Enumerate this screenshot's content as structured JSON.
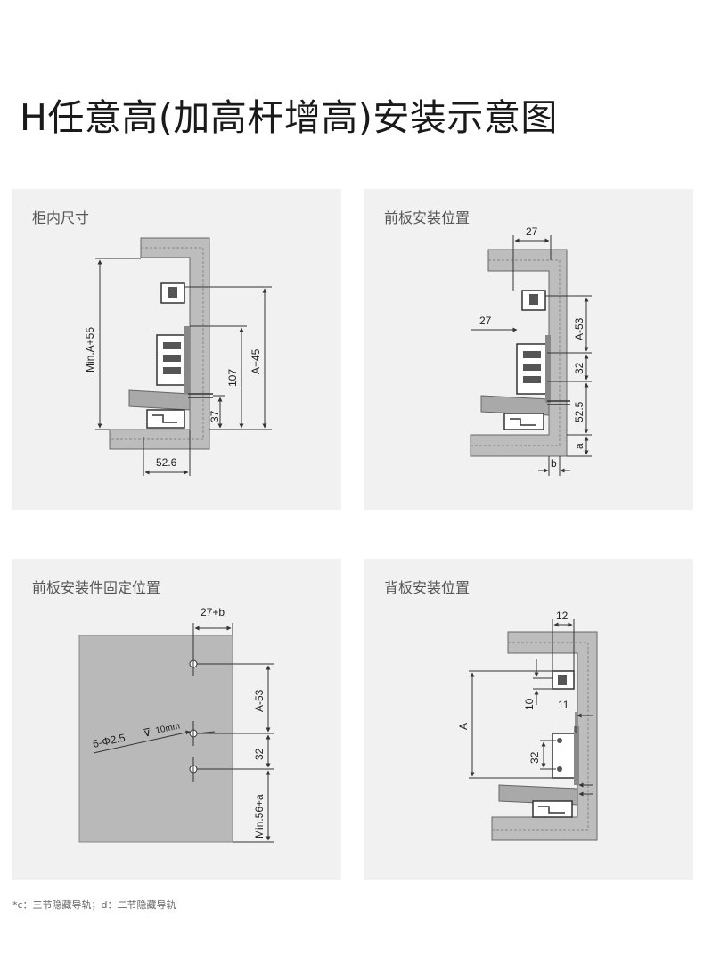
{
  "title": "H任意高(加高杆增高)安装示意图",
  "panels": {
    "p1": {
      "title": "柜内尺寸",
      "labels": {
        "min_a55": "Min.A+55",
        "a45": "A+45",
        "d107": "107",
        "d37": "37",
        "d526": "52.6"
      }
    },
    "p2": {
      "title": "前板安装位置",
      "labels": {
        "d27_top": "27",
        "d27_left": "27",
        "a53": "A-53",
        "d32": "32",
        "d525": "52.5",
        "a": "a",
        "b": "b"
      }
    },
    "p3": {
      "title": "前板安装件固定位置",
      "labels": {
        "d27b": "27+b",
        "a53": "A-53",
        "d32": "32",
        "min56a": "Min.56+a",
        "holes": "6-Φ2.5",
        "depth": "10mm"
      }
    },
    "p4": {
      "title": "背板安装位置",
      "labels": {
        "d12": "12",
        "d10": "10",
        "d11": "11",
        "a": "A",
        "d32": "32"
      }
    }
  },
  "footnote": "*c：三节隐藏导轨；d：二节隐藏导轨",
  "colors": {
    "panel_bg": "#f1f1f1",
    "board": "#bdbdbd",
    "front_board": "#b9b9b9",
    "line": "#333333"
  }
}
